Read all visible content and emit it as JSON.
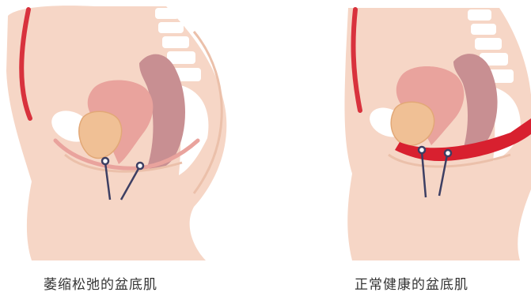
{
  "panels": [
    {
      "caption": "萎缩松弛的盆底肌",
      "state": "weak"
    },
    {
      "caption": "正常健康的盆底肌",
      "state": "healthy"
    }
  ],
  "colors": {
    "skin": "#f6d6c6",
    "skin_edge": "#ebc0aa",
    "uterus": "#e9a39d",
    "bladder": "#f0c095",
    "rectum": "#c88f92",
    "spine": "#ffffff",
    "muscle_healthy": "#d8202f",
    "muscle_weak": "#c7343a",
    "pointer": "#3d3f63",
    "caption_text": "#333333"
  }
}
